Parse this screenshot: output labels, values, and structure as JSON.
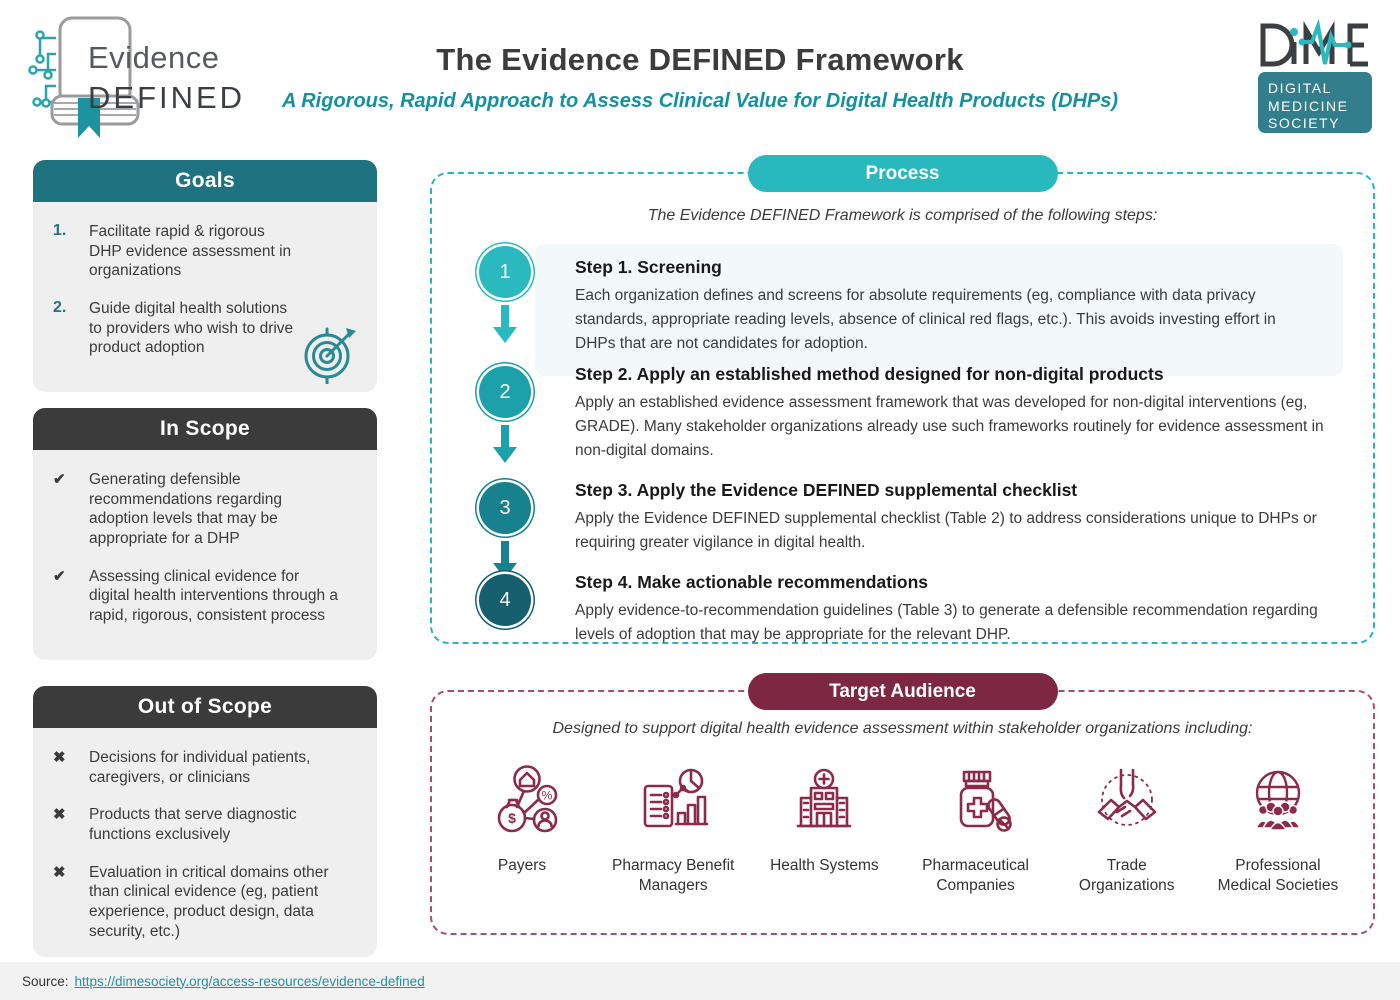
{
  "header": {
    "logo": {
      "line1": "Evidence",
      "line2": "DEFINED"
    },
    "title": "The Evidence DEFINED Framework",
    "subtitle": "A Rigorous, Rapid Approach to Assess Clinical Value for Digital Health Products (DHPs)",
    "dime": {
      "acronym": "DiME",
      "line1": "DIGITAL",
      "line2": "MEDICINE",
      "line3": "SOCIETY"
    }
  },
  "panels": {
    "goals": {
      "title": "Goals",
      "items": [
        {
          "num": "1.",
          "text": "Facilitate rapid & rigorous DHP evidence assessment in organizations"
        },
        {
          "num": "2.",
          "text": "Guide digital health solutions to providers who wish to drive product adoption"
        }
      ]
    },
    "in_scope": {
      "title": "In Scope",
      "bullet": "✔",
      "items": [
        {
          "text": "Generating defensible recommendations regarding adoption levels that may be appropriate for a DHP"
        },
        {
          "text": "Assessing clinical evidence for digital health interventions through a rapid, rigorous, consistent process"
        }
      ]
    },
    "out_of_scope": {
      "title": "Out of Scope",
      "bullet": "✖",
      "items": [
        {
          "text": "Decisions for individual patients, caregivers, or clinicians"
        },
        {
          "text": "Products that serve diagnostic functions exclusively"
        },
        {
          "text": "Evaluation in critical domains other than clinical evidence (eg, patient experience, product design, data security, etc.)"
        }
      ]
    }
  },
  "process": {
    "title": "Process",
    "intro": "The Evidence DEFINED Framework is comprised of the following steps:",
    "steps": [
      {
        "num": "1",
        "heading": "Step 1. Screening",
        "body": "Each organization defines and screens for absolute requirements (eg, compliance with data privacy standards, appropriate reading levels, absence of clinical red flags, etc.). This avoids investing effort in DHPs that are not candidates for adoption.",
        "color": "#29b9be"
      },
      {
        "num": "2",
        "heading": "Step 2. Apply an established method designed for non-digital products",
        "body": "Apply an established evidence assessment framework that was developed for non-digital interventions (eg, GRADE). Many stakeholder organizations already use such frameworks routinely for evidence assessment in non-digital domains.",
        "color": "#1ca0aa"
      },
      {
        "num": "3",
        "heading": "Step 3. Apply the Evidence DEFINED supplemental checklist",
        "body": "Apply the Evidence DEFINED supplemental checklist (Table 2) to address considerations unique to DHPs or requiring greater vigilance in digital health.",
        "color": "#17818d"
      },
      {
        "num": "4",
        "heading": "Step 4. Make actionable recommendations",
        "body": "Apply evidence-to-recommendation guidelines (Table 3) to generate a defensible recommendation regarding levels of adoption that may be appropriate for the relevant DHP.",
        "color": "#155f6e"
      }
    ]
  },
  "target_audience": {
    "title": "Target Audience",
    "intro": "Designed to support digital health evidence assessment within stakeholder organizations including:",
    "audiences": [
      {
        "label": "Payers",
        "icon": "payers-icon"
      },
      {
        "label": "Pharmacy Benefit Managers",
        "icon": "pharmacy-benefit-managers-icon"
      },
      {
        "label": "Health Systems",
        "icon": "health-systems-icon"
      },
      {
        "label": "Pharmaceutical Companies",
        "icon": "pharmaceutical-companies-icon"
      },
      {
        "label": "Trade Organizations",
        "icon": "trade-organizations-icon"
      },
      {
        "label": "Professional Medical Societies",
        "icon": "professional-medical-societies-icon"
      }
    ]
  },
  "footer": {
    "source_label": "Source:",
    "source_link": "https://dimesociety.org/access-resources/evidence-defined"
  },
  "colors": {
    "teal_bright": "#29b9be",
    "teal_header": "#1f7380",
    "teal_subtitle": "#15909f",
    "charcoal": "#3b3b3b",
    "maroon_pill": "#7e2742",
    "maroon_icon": "#8c2b47",
    "panel_gray": "#efefef",
    "step1_highlight": "#f3f8fa",
    "footer_gray": "#f2f2f2"
  }
}
